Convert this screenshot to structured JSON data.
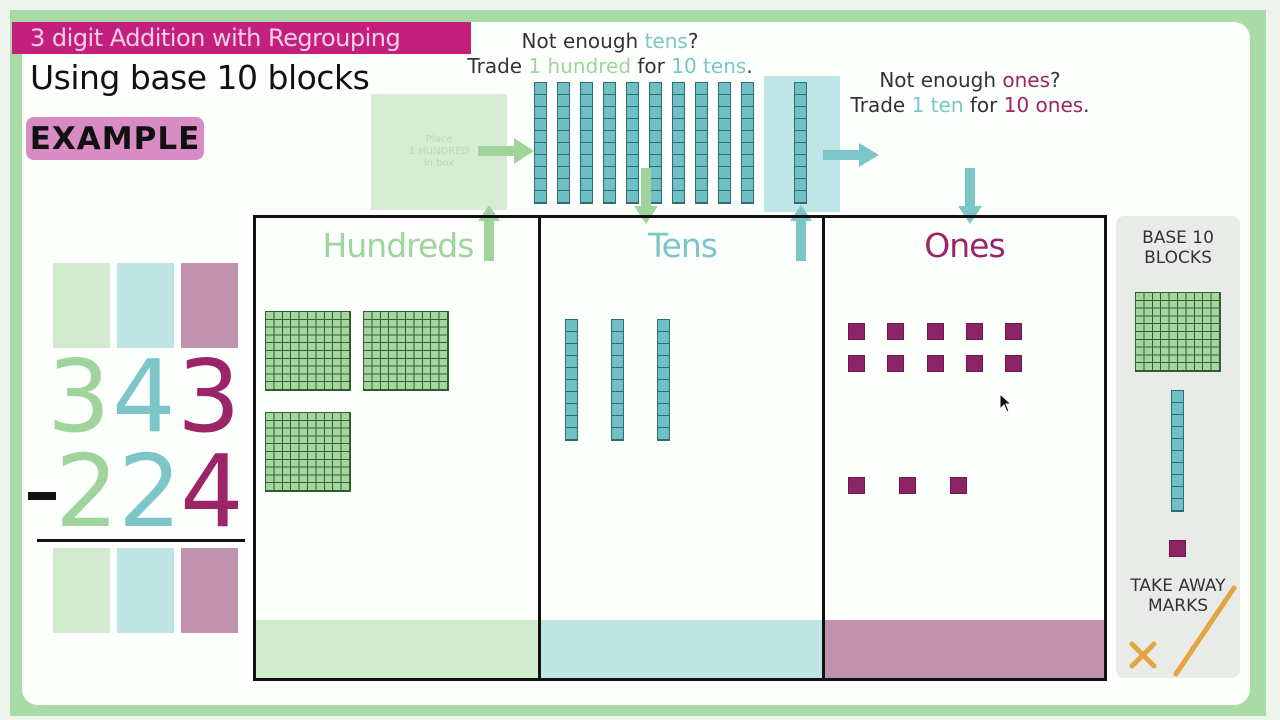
{
  "header": {
    "title": "3 digit Addition with Regrouping",
    "subtitle": "Using base 10 blocks",
    "badge": "EXAMPLE"
  },
  "trade_tens": {
    "line1_prefix": "Not enough ",
    "line1_highlight": "tens",
    "line1_suffix": "?",
    "line2_prefix": "Trade ",
    "line2_a": "1 hundred",
    "line2_mid": " for ",
    "line2_b": "10 tens",
    "line2_suffix": "."
  },
  "trade_ones": {
    "line1_prefix": "Not enough ",
    "line1_highlight": "ones",
    "line1_suffix": "?",
    "line2_prefix": "Trade ",
    "line2_a": "1 ten",
    "line2_mid": " for ",
    "line2_b": "10 ones",
    "line2_suffix": "."
  },
  "hundred_box": {
    "line1": "Place",
    "line2": "1 HUNDRED",
    "line3": "in box"
  },
  "problem": {
    "top": [
      "3",
      "4",
      "3"
    ],
    "operator": "-",
    "bottom": [
      "2",
      "2",
      "4"
    ]
  },
  "place_value_chart": {
    "columns": [
      {
        "label": "Hundreds",
        "blocks": 3
      },
      {
        "label": "Tens",
        "blocks": 3
      },
      {
        "label": "Ones",
        "blocks": 13
      }
    ],
    "traded_tens_rods": 10,
    "traded_ten_rod": 1
  },
  "legend": {
    "title_line1": "BASE 10",
    "title_line2": "BLOCKS",
    "marks_line1": "TAKE AWAY",
    "marks_line2": "MARKS"
  },
  "colors": {
    "hundreds": "#9fd59c",
    "tens": "#7cc6c8",
    "ones": "#9b2566",
    "title_bar": "#c41f7c",
    "badge": "#d98bc3",
    "marks": "#e2a542"
  }
}
